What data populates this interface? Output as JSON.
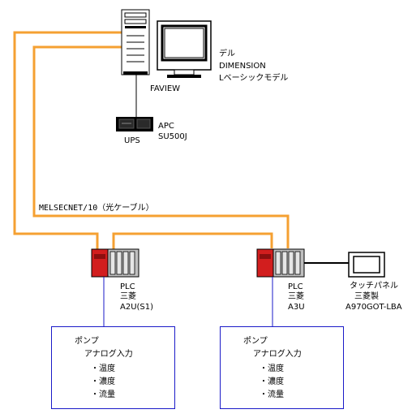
{
  "pc": {
    "label": "FAVIEW"
  },
  "monitor": {
    "lines": [
      "デル",
      "DIMENSION",
      "Lベーシックモデル"
    ]
  },
  "ups": {
    "label": "UPS",
    "model_lines": [
      "APC",
      "SU500J"
    ]
  },
  "network": {
    "label": "MELSECNET/10（光ケーブル）"
  },
  "plc1": {
    "lines": [
      "PLC",
      "三菱",
      "A2U(S1)"
    ]
  },
  "plc2": {
    "lines": [
      "PLC",
      "三菱",
      "A3U"
    ]
  },
  "touch_panel": {
    "lines": [
      "タッチパネル",
      "三菱製",
      "A970GOT-LBA"
    ]
  },
  "box1": {
    "title": "ポンプ",
    "subtitle": "アナログ入力",
    "items": [
      "・温度",
      "・濃度",
      "・流量"
    ]
  },
  "box2": {
    "title": "ポンプ",
    "subtitle": "アナログ入力",
    "items": [
      "・温度",
      "・濃度",
      "・流量"
    ]
  },
  "colors": {
    "cable": "#f5a032",
    "link": "#1a1ac8",
    "plc_red": "#d21e1e",
    "box_border": "#1a1ac8"
  }
}
